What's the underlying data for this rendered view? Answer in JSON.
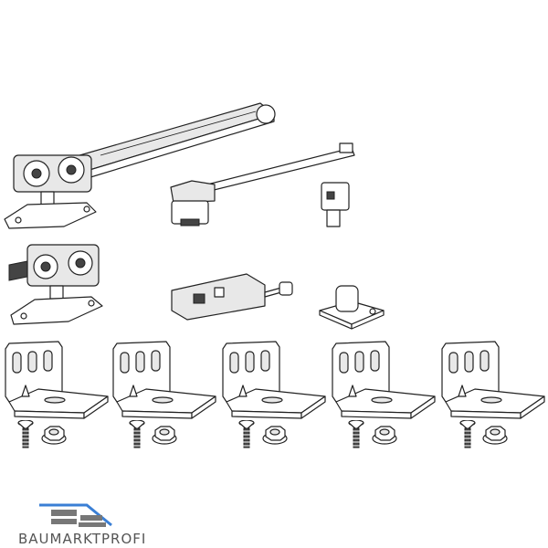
{
  "logo": {
    "text": "BAUMARKTPROFI",
    "accent_color": "#3a7fd5",
    "brick_color": "#777777"
  },
  "parts": {
    "bracket_count": 5,
    "screw_count": 5,
    "nut_count": 5
  }
}
